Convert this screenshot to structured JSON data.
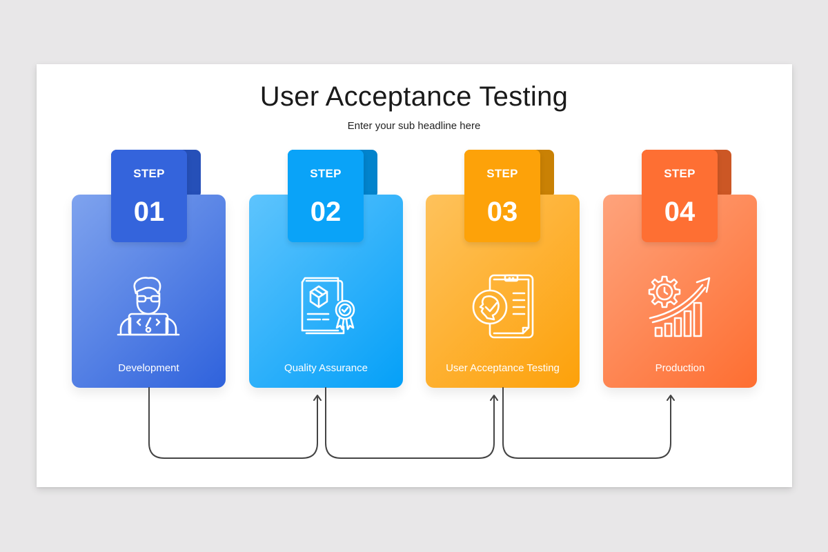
{
  "slide": {
    "title": "User Acceptance Testing",
    "subtitle": "Enter your sub headline here"
  },
  "steps": [
    {
      "step_label": "STEP",
      "number": "01",
      "label": "Development",
      "icon": "developer-icon",
      "colors": {
        "card_light": "#7fa3ee",
        "card_dark": "#2f62dc",
        "tab": "#3464dc",
        "tab_fold": "#2650b8"
      }
    },
    {
      "step_label": "STEP",
      "number": "02",
      "label": "Quality Assurance",
      "icon": "quality-certificate-icon",
      "colors": {
        "card_light": "#5ec4fd",
        "card_dark": "#05a0f8",
        "tab": "#0aa3f8",
        "tab_fold": "#0283cc"
      }
    },
    {
      "step_label": "STEP",
      "number": "03",
      "label": "User Acceptance Testing",
      "icon": "user-acceptance-icon",
      "colors": {
        "card_light": "#fec25c",
        "card_dark": "#fda10a",
        "tab": "#fda209",
        "tab_fold": "#c98105"
      }
    },
    {
      "step_label": "STEP",
      "number": "04",
      "label": "Production",
      "icon": "production-growth-icon",
      "colors": {
        "card_light": "#fea37c",
        "card_dark": "#fe6e31",
        "tab": "#fe6f33",
        "tab_fold": "#cc5725"
      }
    }
  ],
  "connectors": [
    {
      "from": "01",
      "to": "02"
    },
    {
      "from": "02",
      "to": "03"
    },
    {
      "from": "03",
      "to": "04"
    }
  ],
  "connector_color": "#444444",
  "background_color": "#e8e7e8"
}
